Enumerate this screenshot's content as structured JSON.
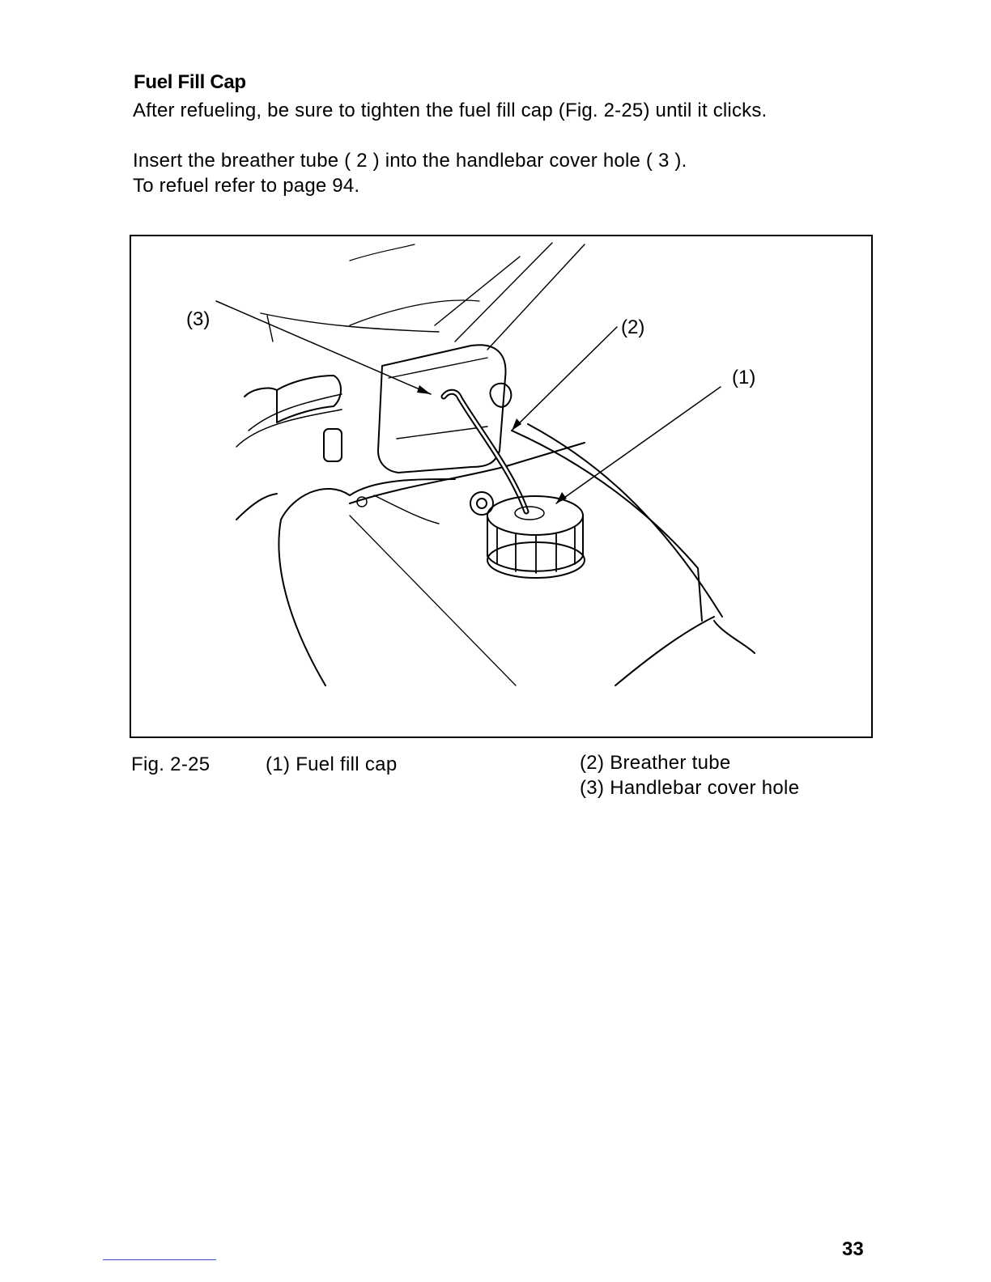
{
  "section": {
    "title": "Fuel Fill Cap",
    "paragraph_1": "After refueling, be sure to tighten the fuel fill cap (Fig. 2-25) until it clicks.",
    "paragraph_2": "Insert the breather tube ( 2 ) into the handlebar cover hole ( 3 ).",
    "paragraph_3": "To refuel refer to page  94."
  },
  "figure": {
    "callout_3": "(3)",
    "callout_2": "(2)",
    "callout_1": "(1)",
    "caption_label": "Fig. 2-25",
    "legend": [
      "(1) Fuel fill cap",
      "(2) Breather tube",
      "(3) Handlebar cover hole"
    ]
  },
  "page_number": "33"
}
